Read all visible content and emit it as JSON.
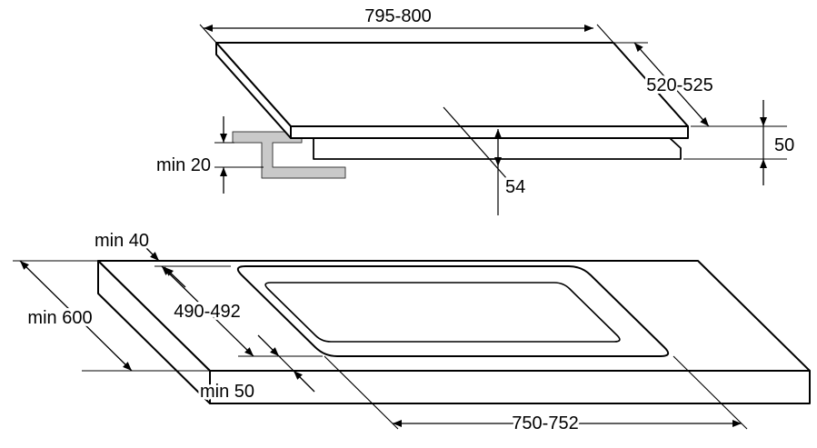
{
  "figure": {
    "type": "appliance installation dimension drawing",
    "unit": "mm"
  },
  "hob_view": {
    "width": "795-800",
    "depth": "520-525",
    "edge_height": "50",
    "total_height": "54",
    "bracket_clearance": "min 20"
  },
  "worktop_view": {
    "back_clearance": "min 40",
    "worktop_depth": "min 600",
    "cutout_depth": "490-492",
    "front_clearance": "min 50",
    "cutout_width": "750-752"
  }
}
